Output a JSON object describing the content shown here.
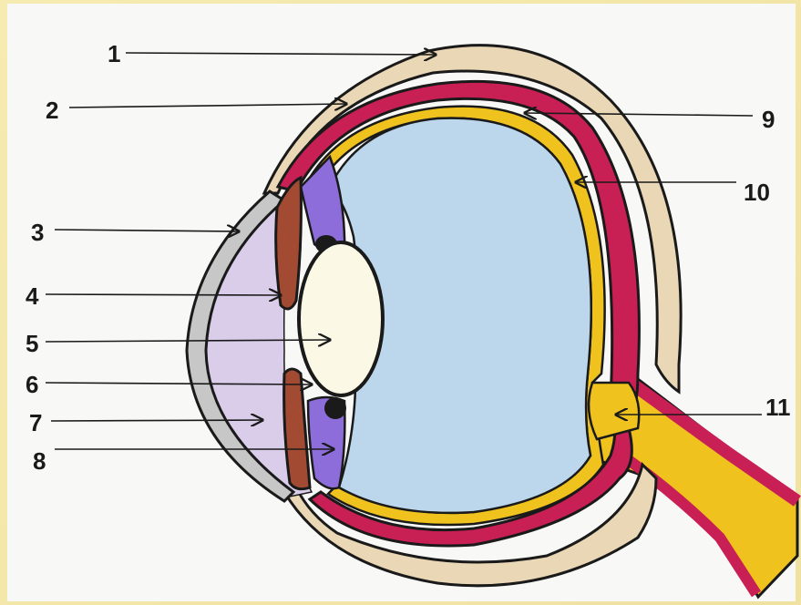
{
  "labels": [
    "1",
    "2",
    "3",
    "4",
    "5",
    "6",
    "7",
    "8",
    "9",
    "10",
    "11"
  ],
  "colors": {
    "outer_layer": "#e9d7b5",
    "choroid": "#c81f55",
    "retina": "#f0c21e",
    "vitreous": "#bcd7ec",
    "lens": "#fbf9e6",
    "iris": "#a34a33",
    "ciliary": "#8c6dd9",
    "anterior_chamber": "#d9cdea",
    "cornea": "#c7c7c7",
    "optic_nerve": "#f0c21e",
    "ink": "#1a1a1a"
  }
}
